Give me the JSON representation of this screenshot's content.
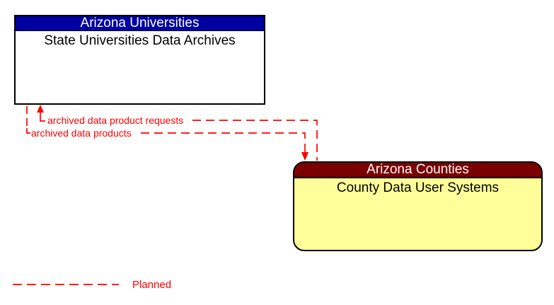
{
  "entities": [
    {
      "id": "arizona-universities",
      "title": "Arizona Universities",
      "subtitle": "State Universities Data Archives",
      "header_bg": "#0000a0",
      "header_text_color": "#ffffff",
      "body_bg": "#ffffff",
      "body_text_color": "#000000",
      "shape": "rectangle"
    },
    {
      "id": "arizona-counties",
      "title": "Arizona Counties",
      "subtitle": "County Data User Systems",
      "header_bg": "#7b0000",
      "header_text_color": "#ffffff",
      "body_bg": "#ffff99",
      "body_text_color": "#000000",
      "shape": "rounded-rectangle"
    }
  ],
  "flows": [
    {
      "label": "archived data product requests",
      "from": "County Data User Systems",
      "to": "State Universities Data Archives",
      "status": "planned",
      "line_style": "dashed",
      "line_color": "#ff0000"
    },
    {
      "label": "archived data products",
      "from": "State Universities Data Archives",
      "to": "County Data User Systems",
      "status": "planned",
      "line_style": "dashed",
      "line_color": "#ff0000"
    }
  ],
  "legend": {
    "label": "Planned",
    "line_style": "dashed",
    "line_color": "#ff0000"
  }
}
